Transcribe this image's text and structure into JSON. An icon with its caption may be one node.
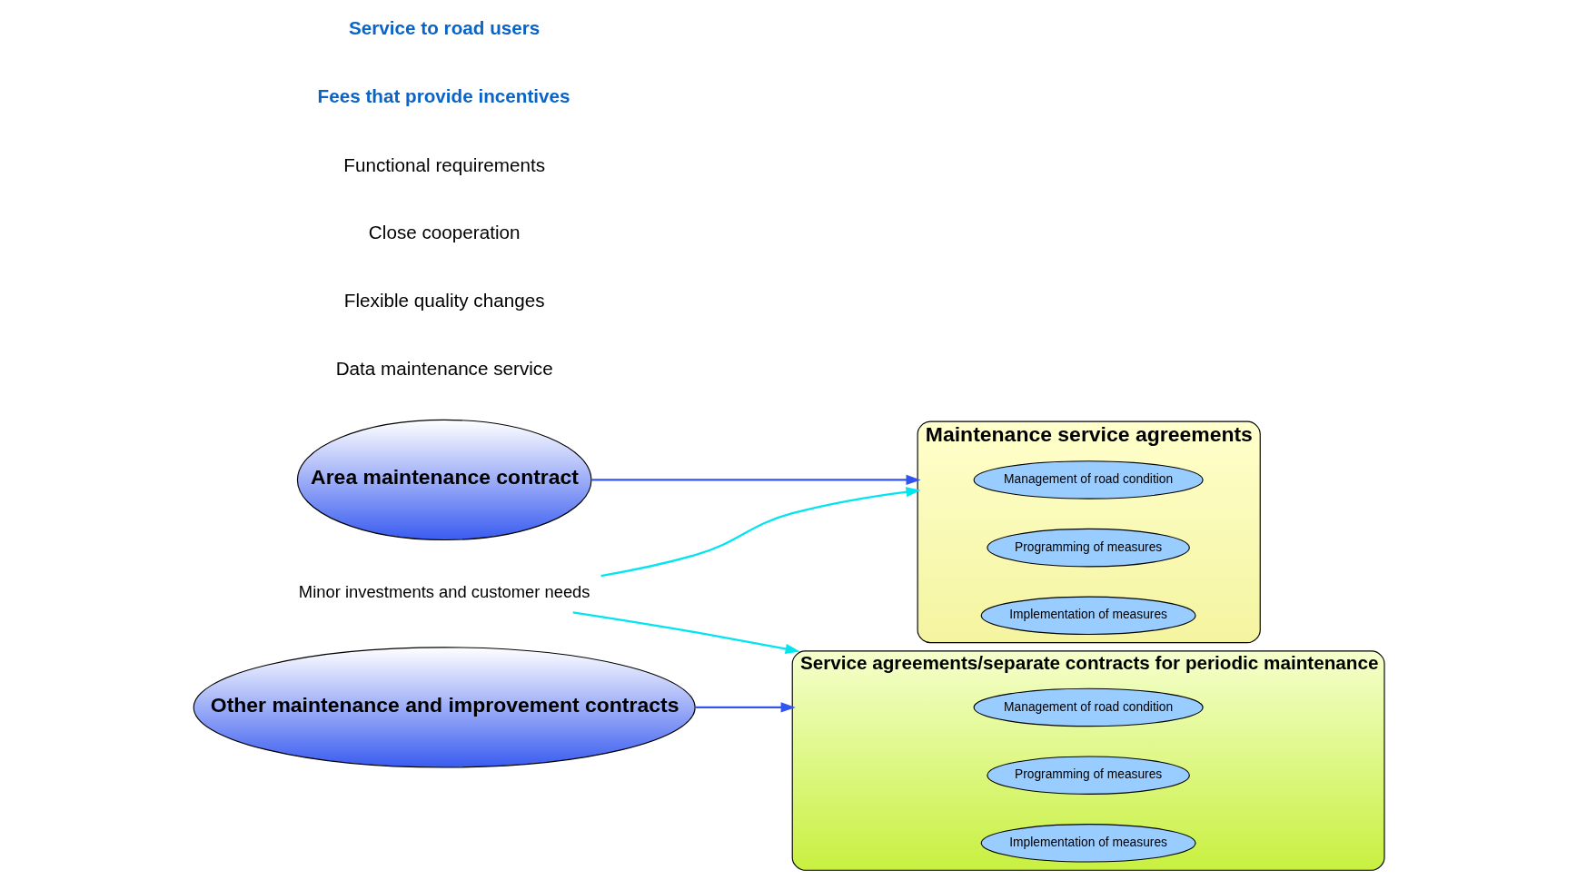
{
  "diagram": {
    "nodes": [
      {
        "text": [
          "Area maintenance contract"
        ]
      },
      {
        "text": [
          "Maintenance service agreements"
        ]
      },
      {
        "text": [
          "Management of road condition"
        ],
        "in": 1
      },
      {
        "text": [
          "Programming of measures"
        ],
        "in": 1
      },
      {
        "text": [
          "Implementation of measures"
        ],
        "in": 1
      },
      {
        "text": [
          "Other maintenance and improvement contracts"
        ]
      },
      {
        "text": [
          "Service agreements/separate contracts for periodic maintenance"
        ]
      },
      {
        "text": [
          "Management of road condition"
        ],
        "in": 6
      },
      {
        "text": [
          "Programming of measures"
        ],
        "in": 6
      },
      {
        "text": [
          "Implementation of measures"
        ],
        "in": 6
      },
      {
        "text": [
          "Minor investments and customer needs"
        ]
      }
    ],
    "edges": [
      {
        "from": 0,
        "to": 1,
        "arrow": "to",
        "color": "#3355ee"
      },
      {
        "from": 10,
        "to": 1,
        "arrow": "to",
        "color": "#00e5f0"
      },
      {
        "from": 10,
        "to": 6,
        "arrow": "to",
        "color": "#00e5f0"
      },
      {
        "from": 5,
        "to": 6,
        "arrow": "to",
        "color": "#3355ee"
      }
    ],
    "labels": [
      "Service to road users",
      "Fees that provide incentives",
      "Functional requirements",
      "Close cooperation",
      "Flexible quality changes",
      "Data maintenance service"
    ]
  }
}
